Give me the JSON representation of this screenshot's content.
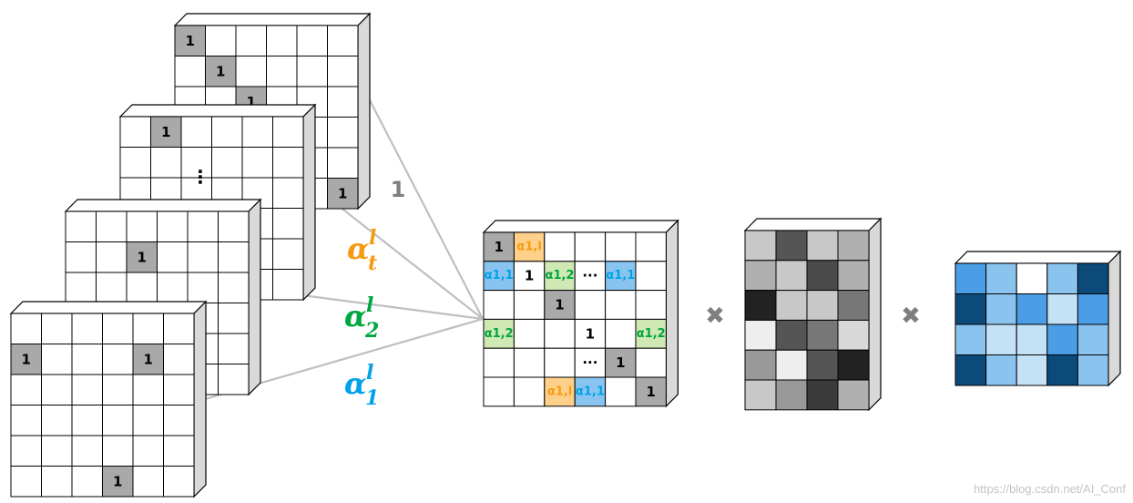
{
  "colors": {
    "one": "#ffffff",
    "identity_fill": "#a9a9a9",
    "grid_line": "#000000",
    "side_face": "#d9d9d9",
    "top_face": "#ffffff",
    "connector": "#bfbfbf",
    "alpha_1": "#00a2e8",
    "alpha_2": "#00a63e",
    "alpha_t": "#f39c12",
    "orange_fill": "#ffd08a",
    "blue_fill": "#89c4f0",
    "green_fill": "#cfe8b4",
    "op_symbol": "#7f7f7f",
    "watermark": "#c4c4c4"
  },
  "weights": {
    "one": "1",
    "alpha_t": "α",
    "alpha_t_sup": "l",
    "alpha_t_sub": "t",
    "alpha_2": "α",
    "alpha_2_sup": "l",
    "alpha_2_sub": "2",
    "alpha_1": "α",
    "alpha_1_sup": "l",
    "alpha_1_sub": "1"
  },
  "stack": {
    "cell_value": "1",
    "dots": "⋮"
  },
  "combined_matrix": {
    "cells": [
      [
        "1",
        "α1,l",
        "",
        "",
        "",
        ""
      ],
      [
        "α1,1",
        "1",
        "α1,2",
        "···",
        "α1,1",
        ""
      ],
      [
        "",
        "",
        "1",
        "",
        "",
        ""
      ],
      [
        "α1,2",
        "",
        "",
        "1",
        "",
        "α1,2"
      ],
      [
        "",
        "",
        "",
        "···",
        "1",
        ""
      ],
      [
        "",
        "",
        "α1,l",
        "α1,1",
        "",
        "1"
      ]
    ],
    "fills": [
      [
        "gray",
        "orange",
        "",
        "",
        "",
        ""
      ],
      [
        "blue",
        "",
        "green",
        "",
        "blue",
        ""
      ],
      [
        "",
        "",
        "gray",
        "",
        "",
        ""
      ],
      [
        "green",
        "",
        "",
        "",
        "",
        "green"
      ],
      [
        "",
        "",
        "",
        "",
        "gray",
        ""
      ],
      [
        "",
        "",
        "orange",
        "blue",
        "",
        "gray"
      ]
    ]
  },
  "gray_matrix": {
    "shades": [
      [
        "#c8c8c8",
        "#555555",
        "#c8c8c8",
        "#b0b0b0"
      ],
      [
        "#b0b0b0",
        "#c8c8c8",
        "#4a4a4a",
        "#b0b0b0"
      ],
      [
        "#222222",
        "#c8c8c8",
        "#c8c8c8",
        "#777777"
      ],
      [
        "#eeeeee",
        "#555555",
        "#777777",
        "#d8d8d8"
      ],
      [
        "#999999",
        "#eeeeee",
        "#555555",
        "#222222"
      ],
      [
        "#c8c8c8",
        "#999999",
        "#3a3a3a",
        "#b0b0b0"
      ]
    ]
  },
  "blue_matrix": {
    "shades": [
      [
        "#4b9ee6",
        "#8bc3ef",
        "#ffffff",
        "#8bc3ef",
        "#0c4a7a"
      ],
      [
        "#0c4a7a",
        "#8bc3ef",
        "#4b9ee6",
        "#c4e1f6",
        "#4b9ee6"
      ],
      [
        "#8bc3ef",
        "#c4e1f6",
        "#c4e1f6",
        "#4b9ee6",
        "#8bc3ef"
      ],
      [
        "#0c4a7a",
        "#8bc3ef",
        "#c4e1f6",
        "#0c4a7a",
        "#8bc3ef"
      ]
    ]
  },
  "operators": {
    "times_1": "✖",
    "times_2": "✖"
  },
  "watermark": "https://blog.csdn.net/AI_Conf"
}
